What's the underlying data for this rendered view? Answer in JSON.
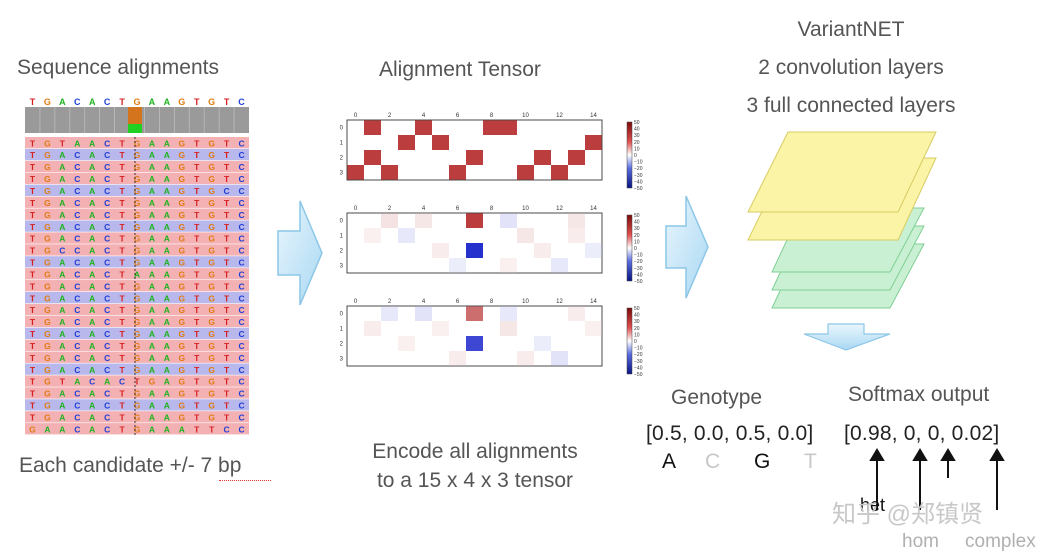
{
  "titles": {
    "sequence": "Sequence alignments",
    "tensor": "Alignment Tensor",
    "model_name": "VariantNET",
    "conv": "2 convolution layers",
    "fc": "3 full connected layers",
    "genotype": "Genotype",
    "softmax": "Softmax output"
  },
  "captions": {
    "candidate": "Each candidate +/- 7 bp",
    "encode_line1": "Encode all alignments",
    "encode_line2": "to a 15 x 4 x 3 tensor"
  },
  "alignment": {
    "reference": "TGACACTGAAGTGTC",
    "reads": [
      "TGTAACTGAAGTGTC",
      "TGACACTGAAGTGTC",
      "TGACACTGAAGTGTC",
      "TGACACTGAAGTGTC",
      "TGACACTGAAGTGCC",
      "TGACACTGAAGTGTC",
      "TGACACTGAAGTGTC",
      "TGACACTGAAGTGTC",
      "TGACACTGAAGTGTC",
      "TGCCACTGAAGTGTC",
      "TGACACTGAAGTGTC",
      "TGACACTAAAGTGTC",
      "TGACACTGAAGTGTC",
      "TGACACTGAAGTGTC",
      "TGACACTGAAGTGTC",
      "TGACACTGAAGTGTC",
      "TGACACTGAAGTGTC",
      "TGACACTGAAGTGTC",
      "TGACACTGAAGTGTC",
      "TGACACTGAAGTGTC",
      "TGTACACTGAGTGTC",
      "TGACACTGAAGTGTC",
      "TGACACTGAAGTGTC",
      "TGACACTGAAGTGTC",
      "GAACACTGAAATTCC"
    ],
    "colors": {
      "A": "#1db31d",
      "C": "#1f3fd6",
      "G": "#e07b12",
      "T": "#d62020"
    }
  },
  "heatmaps": {
    "x_ticks": [
      "0",
      "2",
      "4",
      "6",
      "8",
      "10",
      "12",
      "14"
    ],
    "y_ticks": [
      "0",
      "1",
      "2",
      "3"
    ],
    "colorbar_ticks": [
      "50",
      "40",
      "30",
      "20",
      "10",
      "0",
      "−10",
      "−20",
      "−30",
      "−40",
      "−50"
    ],
    "panels": [
      {
        "cells": [
          [
            3,
            0,
            40
          ],
          [
            0,
            1,
            40
          ],
          [
            2,
            1,
            40
          ],
          [
            3,
            2,
            40
          ],
          [
            1,
            3,
            40
          ],
          [
            0,
            4,
            40
          ],
          [
            1,
            5,
            40
          ],
          [
            3,
            6,
            40
          ],
          [
            2,
            7,
            40
          ],
          [
            0,
            8,
            40
          ],
          [
            0,
            9,
            40
          ],
          [
            3,
            10,
            40
          ],
          [
            2,
            11,
            40
          ],
          [
            3,
            12,
            40
          ],
          [
            2,
            13,
            40
          ],
          [
            1,
            14,
            40
          ]
        ]
      },
      {
        "cells": [
          [
            0,
            7,
            40
          ],
          [
            2,
            7,
            -45
          ],
          [
            0,
            2,
            6
          ],
          [
            1,
            3,
            -5
          ],
          [
            0,
            4,
            5
          ],
          [
            2,
            5,
            4
          ],
          [
            3,
            6,
            -4
          ],
          [
            0,
            9,
            -6
          ],
          [
            1,
            10,
            5
          ],
          [
            2,
            11,
            4
          ],
          [
            3,
            12,
            -5
          ],
          [
            0,
            13,
            5
          ],
          [
            1,
            13,
            4
          ],
          [
            2,
            14,
            -4
          ],
          [
            1,
            1,
            3
          ],
          [
            3,
            9,
            3
          ]
        ]
      },
      {
        "cells": [
          [
            0,
            7,
            30
          ],
          [
            2,
            7,
            -40
          ],
          [
            0,
            2,
            -5
          ],
          [
            1,
            1,
            4
          ],
          [
            0,
            4,
            -6
          ],
          [
            1,
            5,
            3
          ],
          [
            3,
            6,
            4
          ],
          [
            0,
            9,
            -5
          ],
          [
            1,
            9,
            5
          ],
          [
            2,
            11,
            -4
          ],
          [
            3,
            12,
            -6
          ],
          [
            0,
            13,
            4
          ],
          [
            1,
            14,
            3
          ],
          [
            2,
            3,
            3
          ],
          [
            3,
            10,
            4
          ]
        ]
      }
    ]
  },
  "genotype": {
    "vector": "[0.5, 0.0, 0.5, 0.0]",
    "letters": [
      "A",
      "C",
      "G",
      "T"
    ],
    "letter_colors": [
      "#111111",
      "#c8c8c8",
      "#111111",
      "#c8c8c8"
    ]
  },
  "softmax": {
    "vector": "[0.98, 0, 0, 0.02]",
    "labels": [
      "het",
      "hom",
      "complex"
    ]
  },
  "watermark": "知乎 @郑镇贤"
}
